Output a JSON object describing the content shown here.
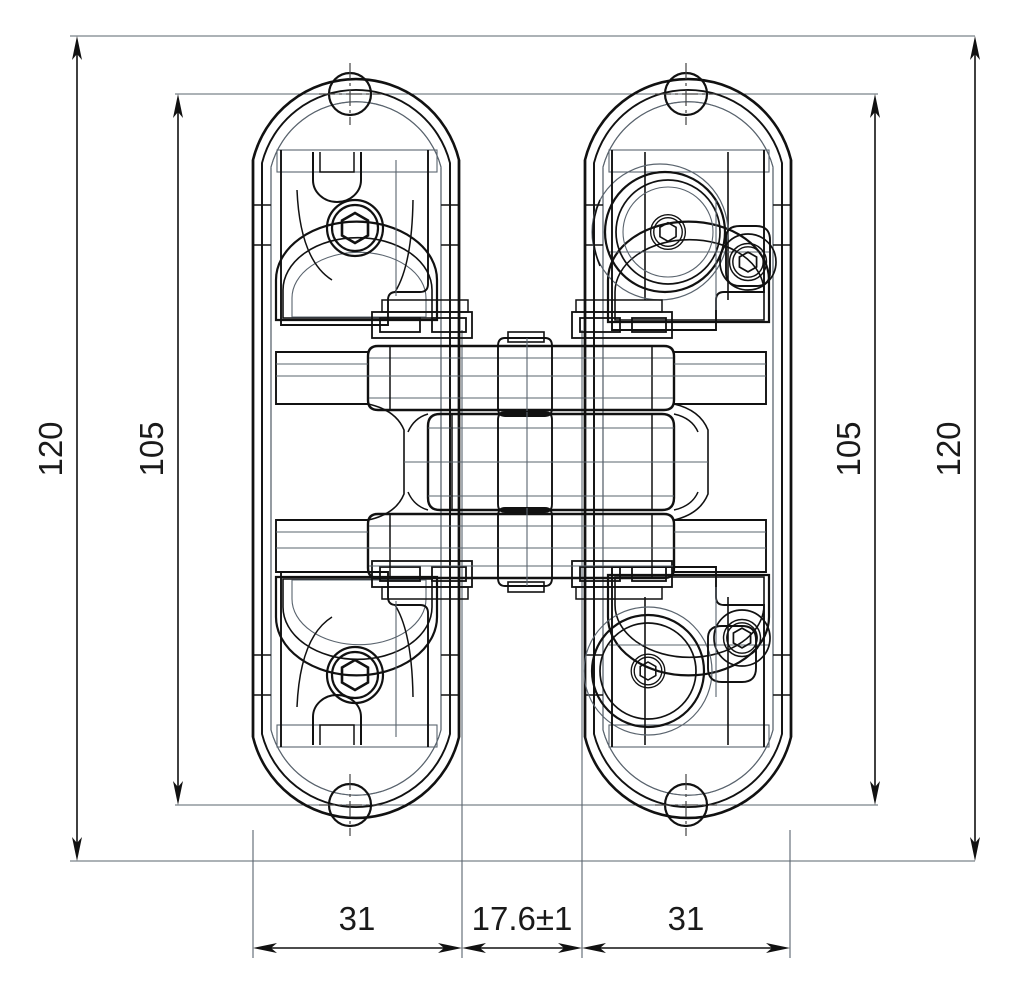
{
  "drawing": {
    "title": "Concealed 3D Adjustable Door Hinge - Front View",
    "view": "front-elevation",
    "units": "mm",
    "line_color": "#1a1a1a",
    "thin_line_color": "#4a5560",
    "background": "#ffffff"
  },
  "dimensions": {
    "vertical_left_outer": {
      "label": "120",
      "name": "overall-height"
    },
    "vertical_left_inner": {
      "label": "105",
      "name": "screw-hole-centres"
    },
    "vertical_right_inner": {
      "label": "105",
      "name": "screw-hole-centres"
    },
    "vertical_right_outer": {
      "label": "120",
      "name": "overall-height"
    },
    "horizontal_left": {
      "label": "31",
      "name": "leaf-width-left"
    },
    "horizontal_center": {
      "label": "17.6±1",
      "name": "centre-gap"
    },
    "horizontal_right": {
      "label": "31",
      "name": "leaf-width-right"
    }
  },
  "features": {
    "left_leaf": {
      "name": "left-hinge-leaf",
      "top_fixing_hole": "screw-hole",
      "top_hex_socket": "hex-socket-screw",
      "bottom_hex_socket": "hex-socket-screw",
      "bottom_fixing_hole": "screw-hole"
    },
    "right_leaf": {
      "name": "right-hinge-leaf",
      "top_fixing_hole": "screw-hole",
      "top_large_hex_cam": "cam-adjuster-hex-socket",
      "top_small_hex": "hex-socket-screw",
      "bottom_large_hex_cam": "cam-adjuster-hex-socket",
      "bottom_small_hex": "hex-socket-screw",
      "bottom_fixing_hole": "screw-hole"
    },
    "centre": {
      "name": "hinge-linkage-assembly",
      "links": [
        "upper-link-bar",
        "middle-link-bar",
        "lower-link-bar"
      ],
      "pins": [
        "upper-pivot-pin",
        "centre-pivot-pin",
        "lower-pivot-pin"
      ]
    }
  }
}
